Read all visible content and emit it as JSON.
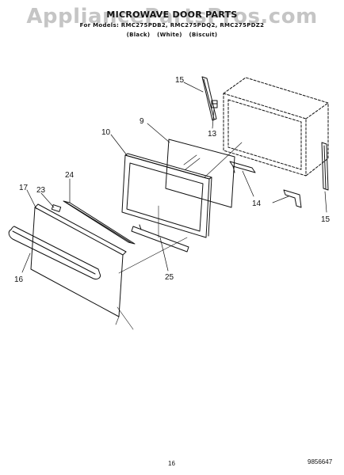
{
  "watermark": "AppliancePartsPros.com",
  "header": {
    "title": "MICROWAVE DOOR PARTS",
    "models": "For Models: RMC275PDB2, RMC275PDQ2, RMC275PDZ2",
    "colors": "(Black)   (White)   (Biscuit)"
  },
  "parts": {
    "p9": "9",
    "p10": "10",
    "p13": "13",
    "p14": "14",
    "p15a": "15",
    "p15b": "15",
    "p16": "16",
    "p17": "17",
    "p23": "23",
    "p24": "24",
    "p25": "25"
  },
  "footer": {
    "page": "16",
    "code": "9856647"
  }
}
